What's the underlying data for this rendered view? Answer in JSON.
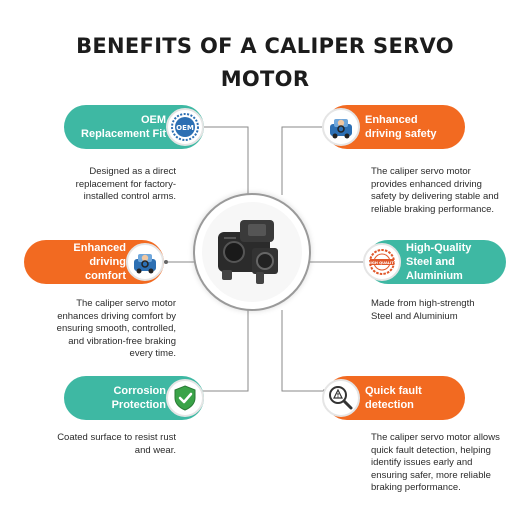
{
  "title": "BENEFITS OF A CALIPER SERVO MOTOR",
  "colors": {
    "teal": "#3eb8a3",
    "orange": "#f26a21"
  },
  "benefits": [
    {
      "label": "OEM\nReplacement Fit",
      "icon": "oem-seal-icon",
      "badge_text": "OEM",
      "desc": "Designed as a direct\nreplacement for factory-\ninstalled control arms."
    },
    {
      "label": "Enhanced\ndriving safety",
      "icon": "driver-car-icon",
      "desc": "The caliper servo motor\nprovides enhanced driving\nsafety by delivering stable and\nreliable braking performance."
    },
    {
      "label": "Enhanced\ndriving\ncomfort",
      "icon": "driver-car-icon",
      "desc": "The caliper servo motor\nenhances driving comfort by\nensuring smooth, controlled,\nand vibration-free braking\nevery time."
    },
    {
      "label": "High-Quality\nSteel and\nAluminium",
      "icon": "quality-stamp-icon",
      "badge_text": "HIGH QUALITY",
      "desc": "Made from high-strength\nSteel and Aluminium"
    },
    {
      "label": "Corrosion\nProtection",
      "icon": "shield-check-icon",
      "desc": "Coated surface to resist rust\nand wear."
    },
    {
      "label": "Quick fault\ndetection",
      "icon": "magnifier-warning-icon",
      "desc": "The caliper servo motor allows\nquick fault detection, helping\nidentify issues early and\nensuring safer, more reliable\nbraking performance."
    }
  ]
}
